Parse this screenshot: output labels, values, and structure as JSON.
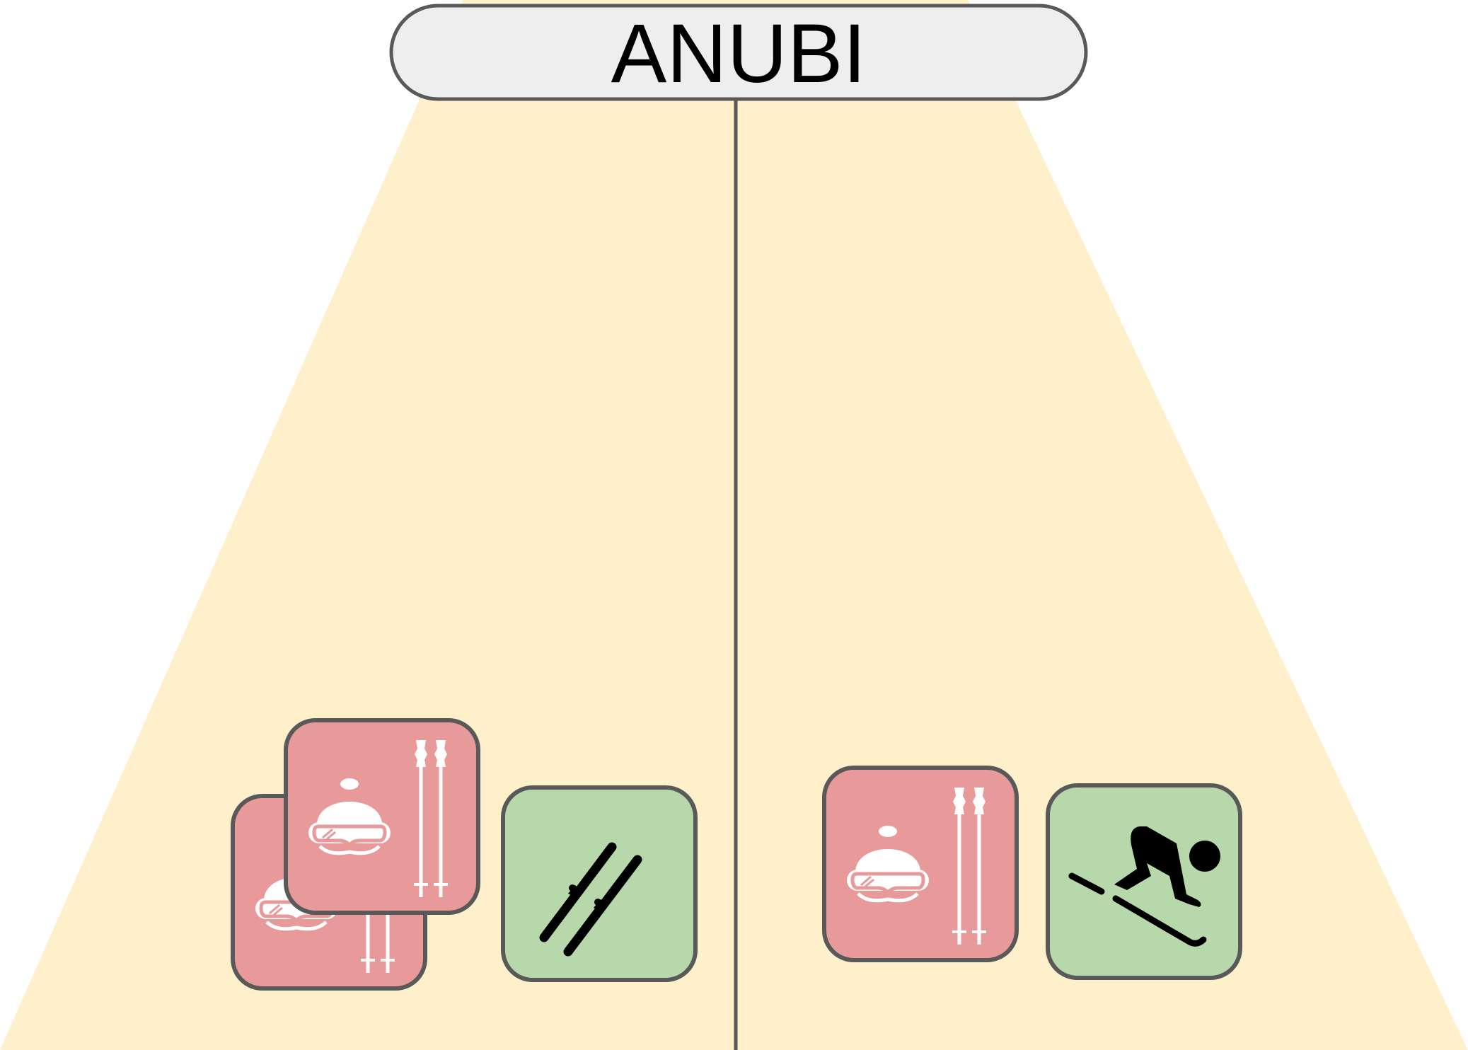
{
  "title": {
    "label": "ANUBI"
  },
  "colors": {
    "cone": "#fef0cb",
    "title_fill": "#eeeeee",
    "border": "#595959",
    "equipment_card": "#e89a9a",
    "activity_card": "#b6d8aa",
    "icon_light": "#ffffff",
    "icon_dark": "#000000"
  },
  "left_side": {
    "cards": [
      {
        "kind": "equipment",
        "icon": "helmet-goggles-poles-icon"
      },
      {
        "kind": "equipment",
        "icon": "helmet-goggles-poles-icon"
      },
      {
        "kind": "activity",
        "icon": "skis-icon"
      }
    ]
  },
  "right_side": {
    "cards": [
      {
        "kind": "equipment",
        "icon": "helmet-goggles-poles-icon"
      },
      {
        "kind": "activity",
        "icon": "skier-icon"
      }
    ]
  }
}
